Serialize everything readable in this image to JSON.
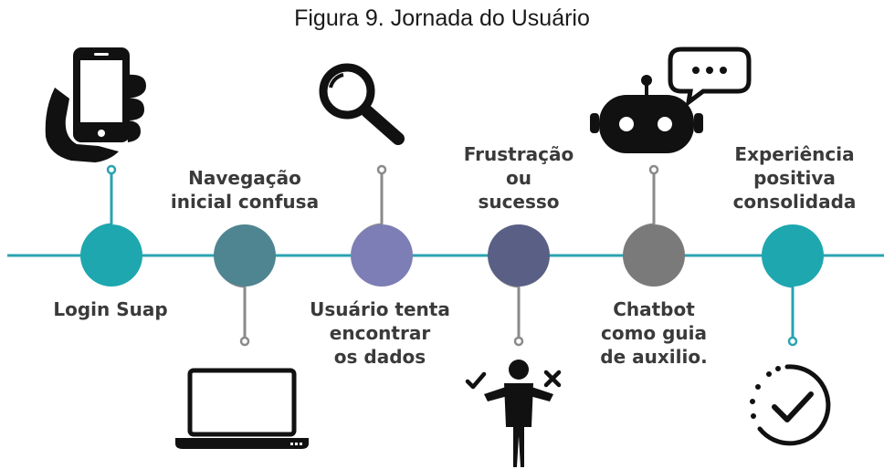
{
  "caption": "Figura 9. Jornada do Usuário",
  "colors": {
    "line": "#2aa3b0",
    "connector": "#8a8a8a",
    "stage_colors": [
      "#1ea7ae",
      "#4f8590",
      "#7e7eb6",
      "#5a6085",
      "#7a7a7a",
      "#1ea7ae"
    ],
    "icon": "#111111",
    "label": "#3a3a3a"
  },
  "stages": [
    {
      "label_lines": [
        "Login Suap"
      ],
      "icon": "smartphone-hand-icon"
    },
    {
      "label_lines": [
        "Navegação",
        "inicial confusa"
      ],
      "icon": "laptop-icon"
    },
    {
      "label_lines": [
        "Usuário tenta",
        "encontrar",
        "os dados"
      ],
      "icon": "magnifier-icon"
    },
    {
      "label_lines": [
        "Frustração",
        "ou",
        "sucesso"
      ],
      "icon": "person-decision-icon"
    },
    {
      "label_lines": [
        "Chatbot",
        "como guia",
        "de auxilio."
      ],
      "icon": "robot-chat-icon"
    },
    {
      "label_lines": [
        "Experiência",
        "positiva",
        "consolidada"
      ],
      "icon": "clock-check-icon"
    }
  ]
}
